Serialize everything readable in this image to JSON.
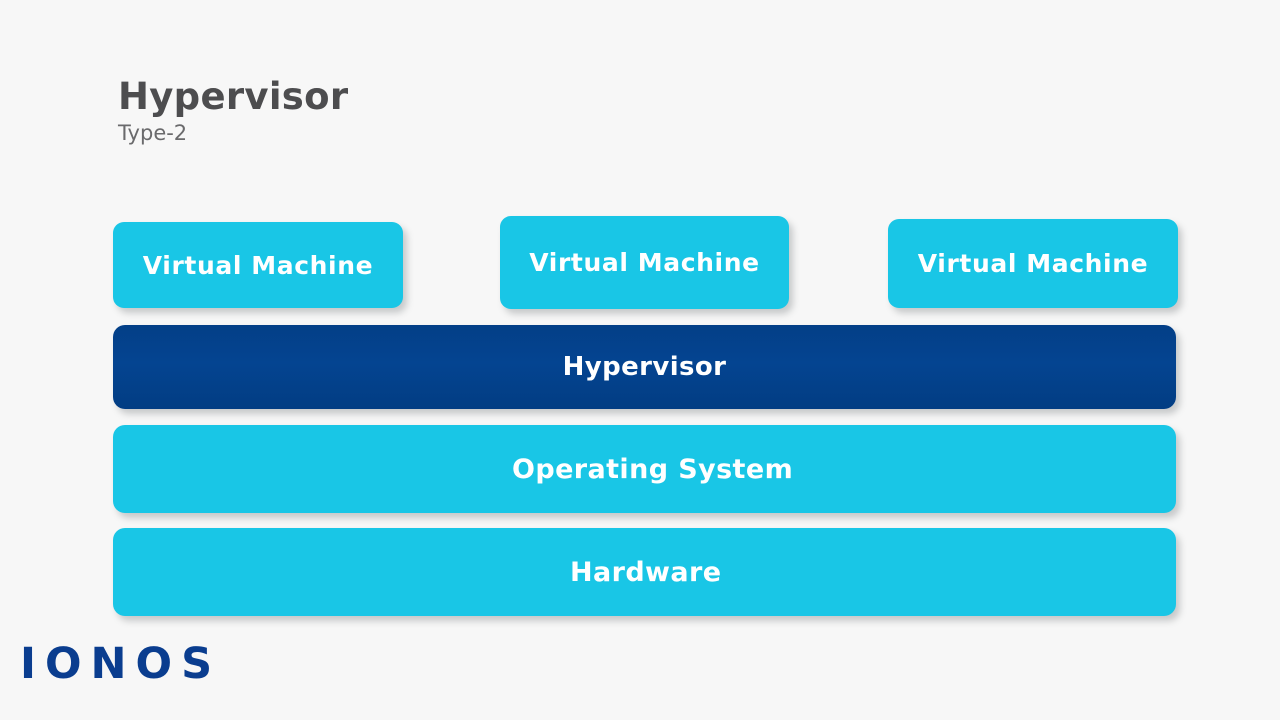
{
  "slide": {
    "background_color": "#f7f7f7",
    "title": "Hypervisor",
    "subtitle": "Type-2"
  },
  "colors": {
    "cyan": "#19c6e6",
    "navy": "#03428c",
    "title_gray": "#4d4d4f",
    "subtitle_gray": "#6a6a6c",
    "logo_navy": "#0a3d8f",
    "label_white": "#ffffff"
  },
  "diagram": {
    "type": "layered-stack",
    "vm_row": [
      {
        "label": "Virtual Machine",
        "color": "#19c6e6"
      },
      {
        "label": "Virtual Machine",
        "color": "#19c6e6"
      },
      {
        "label": "Virtual Machine",
        "color": "#19c6e6"
      }
    ],
    "layers": [
      {
        "label": "Hypervisor",
        "color": "#03428c"
      },
      {
        "label": "Operating System",
        "color": "#19c6e6"
      },
      {
        "label": "Hardware",
        "color": "#19c6e6"
      }
    ]
  },
  "branding": {
    "logo_text": "IONOS"
  }
}
